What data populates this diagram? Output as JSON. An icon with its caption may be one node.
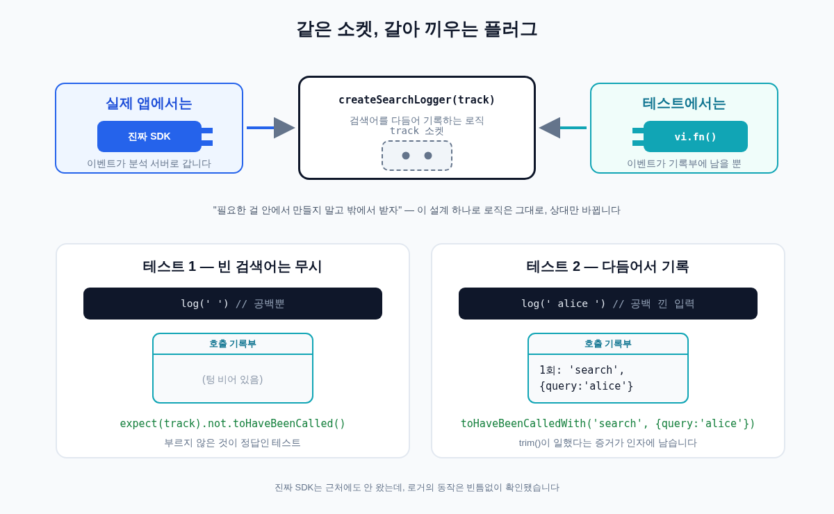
{
  "diagram": {
    "title": "같은 소켓, 갈아 끼우는 플러그",
    "caption": "진짜 SDK는 근처에도 안 왔는데, 로거의 동작은 빈틈없이 확인됐습니다",
    "nodes": [
      {
        "text": [
          "실제 앱에서는",
          "이벤트가 분석 서버로 갑니다"
        ]
      },
      {
        "text": [
          "진짜 SDK"
        ],
        "in": 0
      },
      {
        "text": [
          "createSearchLogger(track)",
          "검색어를 다듬어 기록하는 로직"
        ]
      },
      {
        "text": [
          "track 소켓"
        ],
        "in": 2
      },
      {
        "text": [
          "테스트에서는",
          "이벤트가 기록부에 남을 뿐"
        ]
      },
      {
        "text": [
          "vi.fn()"
        ],
        "in": 4
      },
      {
        "text": [
          "테스트 1 — 빈 검색어는 무시",
          "expect(track).not.toHaveBeenCalled()",
          "부르지 않은 것이 정답인 테스트"
        ]
      },
      {
        "text": [
          "log(' ')",
          "// 공백뿐"
        ],
        "in": 6
      },
      {
        "text": [
          "호출 기록부",
          "(텅 비어 있음)"
        ],
        "in": 6
      },
      {
        "text": [
          "테스트 2 — 다듬어서 기록",
          "toHaveBeenCalledWith('search', {query:'alice'})",
          "trim()이 일했다는 증거가 인자에 남습니다"
        ]
      },
      {
        "text": [
          "log(' alice ')",
          "// 공백 낀 입력"
        ],
        "in": 9
      },
      {
        "text": [
          "호출 기록부",
          "1회: 'search', {query:'alice'}"
        ],
        "in": 9
      }
    ],
    "edges": [
      {
        "from": 0,
        "to": 2,
        "arrow": "to",
        "color": "#2563eb"
      },
      {
        "from": 4,
        "to": 2,
        "arrow": "to",
        "color": "#11a5b5"
      }
    ],
    "labels": [
      "\"필요한 걸 안에서 만들지 말고 밖에서 받자\" — 이 설계 하나로 로직은 그대로, 상대만 바뀝니다"
    ]
  }
}
